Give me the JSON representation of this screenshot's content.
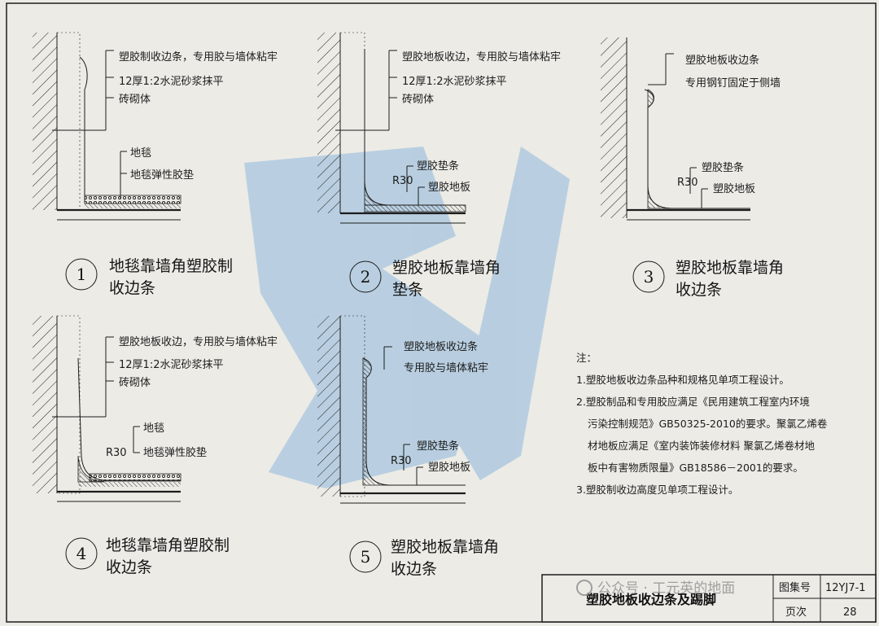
{
  "details": [
    {
      "number": "1",
      "title_line1": "地毯靠墙角塑胶制",
      "title_line2": "收边条",
      "labels": [
        "塑胶制收边条，专用胶与墙体粘牢",
        "12厚1:2水泥砂浆抹平",
        "砖砌体",
        "地毯",
        "地毯弹性胶垫"
      ]
    },
    {
      "number": "2",
      "title_line1": "塑胶地板靠墙角",
      "title_line2": "垫条",
      "labels": [
        "塑胶地板收边，专用胶与墙体粘牢",
        "12厚1:2水泥砂浆抹平",
        "砖砌体",
        "塑胶垫条",
        "R30",
        "塑胶地板"
      ]
    },
    {
      "number": "3",
      "title_line1": "塑胶地板靠墙角",
      "title_line2": "收边条",
      "labels": [
        "塑胶地板收边条",
        "专用钢钉固定于侧墙",
        "塑胶垫条",
        "R30",
        "塑胶地板"
      ]
    },
    {
      "number": "4",
      "title_line1": "地毯靠墙角塑胶制",
      "title_line2": "收边条",
      "labels": [
        "塑胶地板收边，专用胶与墙体粘牢",
        "12厚1:2水泥砂浆抹平",
        "砖砌体",
        "地毯",
        "R30",
        "地毯弹性胶垫"
      ]
    },
    {
      "number": "5",
      "title_line1": "塑胶地板靠墙角",
      "title_line2": "收边条",
      "labels": [
        "塑胶地板收边条",
        "专用胶与墙体粘牢",
        "塑胶垫条",
        "R30",
        "塑胶地板"
      ]
    }
  ],
  "notes": {
    "heading": "注：",
    "lines": [
      "1.塑胶地板收边条品种和规格见单项工程设计。",
      "2.塑胶制品和专用胶应满足《民用建筑工程室内环境",
      "污染控制规范》GB50325-2010的要求。聚氯乙烯卷",
      "材地板应满足《室内装饰装修材料 聚氯乙烯卷材地",
      "板中有害物质限量》GB18586－2001的要求。",
      "3.塑胶制收边高度见单项工程设计。"
    ]
  },
  "title_block": {
    "title": "塑胶地板收边条及踢脚",
    "atlas_label": "图集号",
    "atlas_value": "12YJ7-1",
    "page_label": "页次",
    "page_value": "28"
  },
  "watermark": {
    "text": "公众号 · 工元英的地面"
  },
  "colors": {
    "line": "#1c1c1c",
    "paper": "#ecebe6",
    "watermark_blue": "#8fb8dc"
  }
}
